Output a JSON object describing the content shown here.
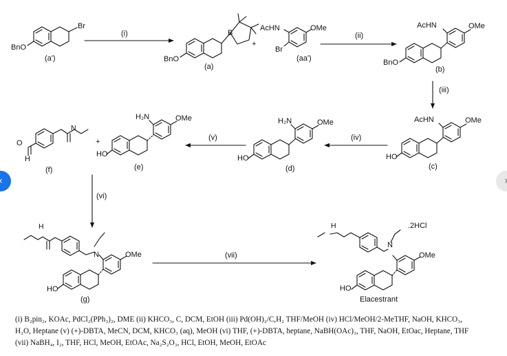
{
  "compounds": {
    "a_prime": {
      "id": "(a')",
      "br": "Br",
      "bno": "BnO"
    },
    "a": {
      "id": "(a)",
      "boron": "B",
      "bno": "BnO"
    },
    "aa_prime": {
      "id": "(aa')",
      "achn": "AcHN",
      "ome": "OMe",
      "br": "Br"
    },
    "b": {
      "id": "(b)",
      "achn": "AcHN",
      "ome": "OMe",
      "bno": "BnO"
    },
    "c": {
      "id": "(c)",
      "achn": "AcHN",
      "ome": "OMe",
      "ho": "HO"
    },
    "d": {
      "id": "(d)",
      "h2n": "H₂N",
      "ome": "OMe",
      "ho": "HO"
    },
    "e": {
      "id": "(e)",
      "h2n": "H₂N",
      "ome": "OMe",
      "ho": "HO"
    },
    "f": {
      "id": "(f)",
      "h": "H",
      "o": "O",
      "nh": "N"
    },
    "g": {
      "id": "(g)",
      "h": "H",
      "n": "N",
      "ome": "OMe",
      "ho": "HO"
    },
    "elacestrant": {
      "name": "Elacestrant",
      "salt": ".2HCl",
      "h": "H",
      "n": "N",
      "ome": "OMe",
      "ho": "HO"
    }
  },
  "plus_signs": [
    "+",
    "+"
  ],
  "step_labels": [
    "(i)",
    "(ii)",
    "(iii)",
    "(iv)",
    "(v)",
    "(vi)",
    "(vii)"
  ],
  "conditions": {
    "line1": "(i) B₂pin₂, KOAc, PdCl₂(PPh₃)₂, DME (ii) KHCO₃, C, DCM, EtOH (iii) Pd(OH)₂/C,H₂ THF/MeOH (iv) HCl/MeOH/2-MeTHF, NaOH, KHCO₃,",
    "line2": "H₂O, Heptane (v) (+)-DBTA, MeCN, DCM, KHCO₃ (aq), MeOH (vi) THF, (+)-DBTA, heptane, NaBH(OAc)₃, THF, NaOH, EtOac, Heptane, THF",
    "line3": "(vii) NaBH₄, I₂, THF, HCl, MeOH, EtOAc, Na₂S₂O₃, HCl, EtOH, MeOH, EtOAc"
  },
  "nav": {
    "prev": "‹",
    "next": "›"
  }
}
